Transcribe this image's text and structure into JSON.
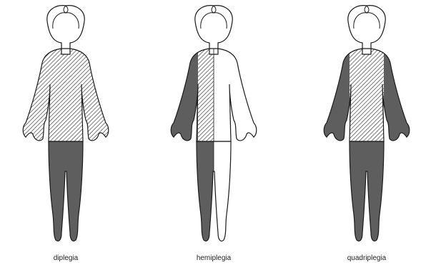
{
  "colors": {
    "outline": "#1a1a1a",
    "hatch": "#2a2a2a",
    "solid": "#5e5e5e",
    "background": "#ffffff"
  },
  "figures": [
    {
      "label": "diplegia"
    },
    {
      "label": "hemiplegia"
    },
    {
      "label": "quadriplegia"
    }
  ]
}
